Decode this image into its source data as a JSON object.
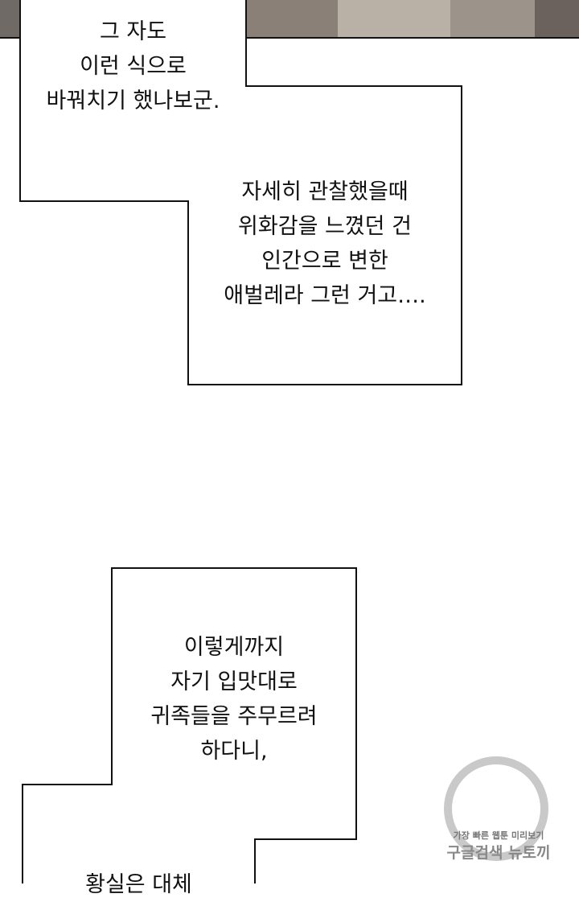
{
  "bubble_1": {
    "lines": [
      "그 자도",
      "이런 식으로",
      "바꿔치기 했나보군."
    ]
  },
  "bubble_2": {
    "lines": [
      "자세히 관찰했을때",
      "위화감을 느꼈던 건",
      "인간으로 변한",
      "애벌레라 그런 거고…."
    ]
  },
  "bubble_3": {
    "lines": [
      "이렇게까지",
      "자기 입맛대로",
      "귀족들을 주무르려",
      "하다니,"
    ]
  },
  "bubble_4": {
    "lines": [
      "황실은 대체"
    ]
  },
  "watermark": {
    "tagline": "가장 빠른 웹툰 미리보기",
    "name": "구글검색 뉴토끼"
  }
}
